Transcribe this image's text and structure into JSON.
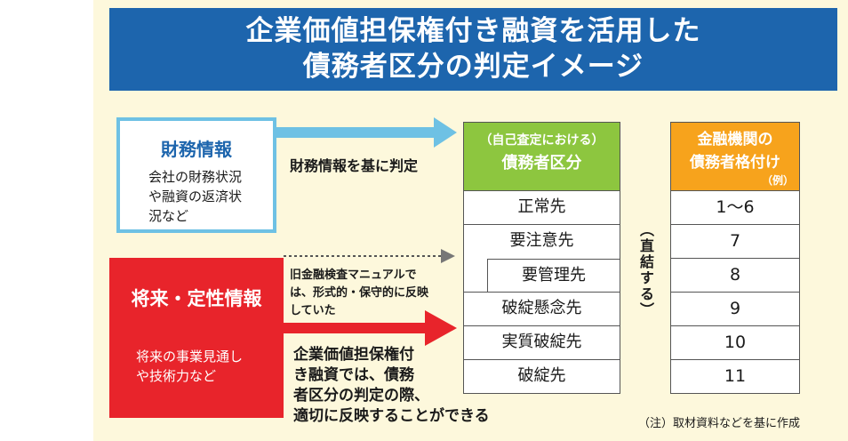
{
  "title": {
    "line1": "企業価値担保権付き融資を活用した",
    "line2": "債務者区分の判定イメージ"
  },
  "financial_box": {
    "title": "財務情報",
    "desc": [
      "会社の財務状況",
      "や融資の返済状",
      "況など"
    ]
  },
  "future_box": {
    "title": "将来・定性情報",
    "desc": [
      "将来の事業見通し",
      "や技術力など"
    ]
  },
  "arrow_labels": {
    "financial": "財務情報を基に判定",
    "old_manual": [
      "旧金融検査マニュアルで",
      "は、形式的・保守的に反映",
      "していた"
    ],
    "new_loan": [
      "企業価値担保権付",
      "き融資では、債務",
      "者区分の判定の際、",
      "適切に反映することができる"
    ]
  },
  "debtor_column": {
    "header_sub": "（自己査定における）",
    "header_main": "債務者区分",
    "rows": [
      "正常先",
      "要注意先",
      "要管理先",
      "破綻懸念先",
      "実質破綻先",
      "破綻先"
    ]
  },
  "link_label": "（直結する）",
  "rating_column": {
    "header_line1": "金融機関の",
    "header_line2": "債務者格付け",
    "example": "（例）",
    "rows": [
      "1～6",
      "7",
      "8",
      "9",
      "10",
      "11"
    ]
  },
  "note": "（注）取材資料などを基に作成",
  "colors": {
    "banner": "#1d65ad",
    "financial_border": "#6ec1e4",
    "future_bg": "#e8242b",
    "debtor_header": "#8dc63f",
    "rating_header": "#f7a31c",
    "panel_bg": "#fdf8dc"
  }
}
